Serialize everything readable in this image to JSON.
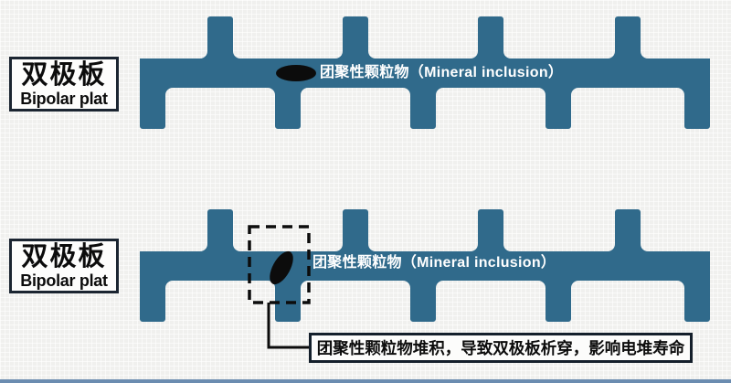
{
  "colors": {
    "plate": "#306a8b",
    "background": "#f0f0ee",
    "ink": "#0c0c0c",
    "label_border": "#1b2531",
    "callout_border": "#141f2b",
    "annotation_text": "#ffffff",
    "bottom_bar": "#6b8cb0"
  },
  "plate1": {
    "name_cn": "双极板",
    "name_en": "Bipolar plat",
    "annotation": "团聚性颗粒物（Mineral inclusion）"
  },
  "plate2": {
    "name_cn": "双极板",
    "name_en": "Bipolar plat",
    "annotation": "团聚性颗粒物（Mineral inclusion）",
    "callout": "团聚性颗粒物堆积，导致双极板析穿，影响电堆寿命"
  }
}
